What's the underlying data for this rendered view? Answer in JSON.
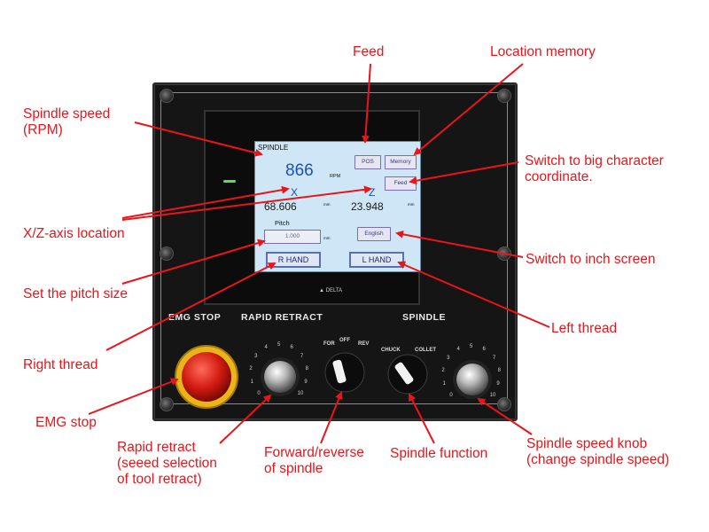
{
  "callouts": {
    "feed": "Feed",
    "location_memory": "Location memory",
    "spindle_speed": "Spindle speed\n(RPM)",
    "switch_big_char": "Switch to big character\ncoordinate.",
    "xz_location": "X/Z-axis location",
    "switch_inch": "Switch to inch screen",
    "set_pitch": "Set the pitch size",
    "left_thread": "Left thread",
    "right_thread": "Right thread",
    "emg_stop": "EMG stop",
    "rapid_retract": "Rapid retract\n(seeed selection\nof tool retract)",
    "fwd_rev": "Forward/reverse\nof spindle",
    "spindle_function": "Spindle function",
    "spindle_knob": "Spindle speed knob\n(change spindle speed)"
  },
  "screen": {
    "title": "SPINDLE",
    "rpm_value": "866",
    "rpm_unit": "RPM",
    "x_label": "X",
    "x_value": "68.606",
    "z_label": "Z",
    "z_value": "23.948",
    "unit_mm": "mm",
    "pitch_label": "Pitch",
    "pitch_value": "1.000",
    "btn_pos": "POS",
    "btn_memory": "Memory",
    "btn_feed": "Feed",
    "btn_english": "English",
    "btn_rhand": "R HAND",
    "btn_lhand": "L HAND",
    "brand": "▲ DELTA"
  },
  "panel_labels": {
    "emg": "EMG STOP",
    "rapid": "RAPID RETRACT",
    "spindle": "SPINDLE",
    "off": "OFF",
    "for": "FOR",
    "rev": "REV",
    "chuck": "CHUCK",
    "collet": "COLLET"
  },
  "dial_scale": [
    "0",
    "1",
    "2",
    "3",
    "4",
    "5",
    "6",
    "7",
    "8",
    "9",
    "10"
  ],
  "colors": {
    "callout": "#e8151b",
    "arrow": "#e8151b",
    "lcd": "#cfe6f6",
    "rpm_value": "#1c4fc0"
  }
}
